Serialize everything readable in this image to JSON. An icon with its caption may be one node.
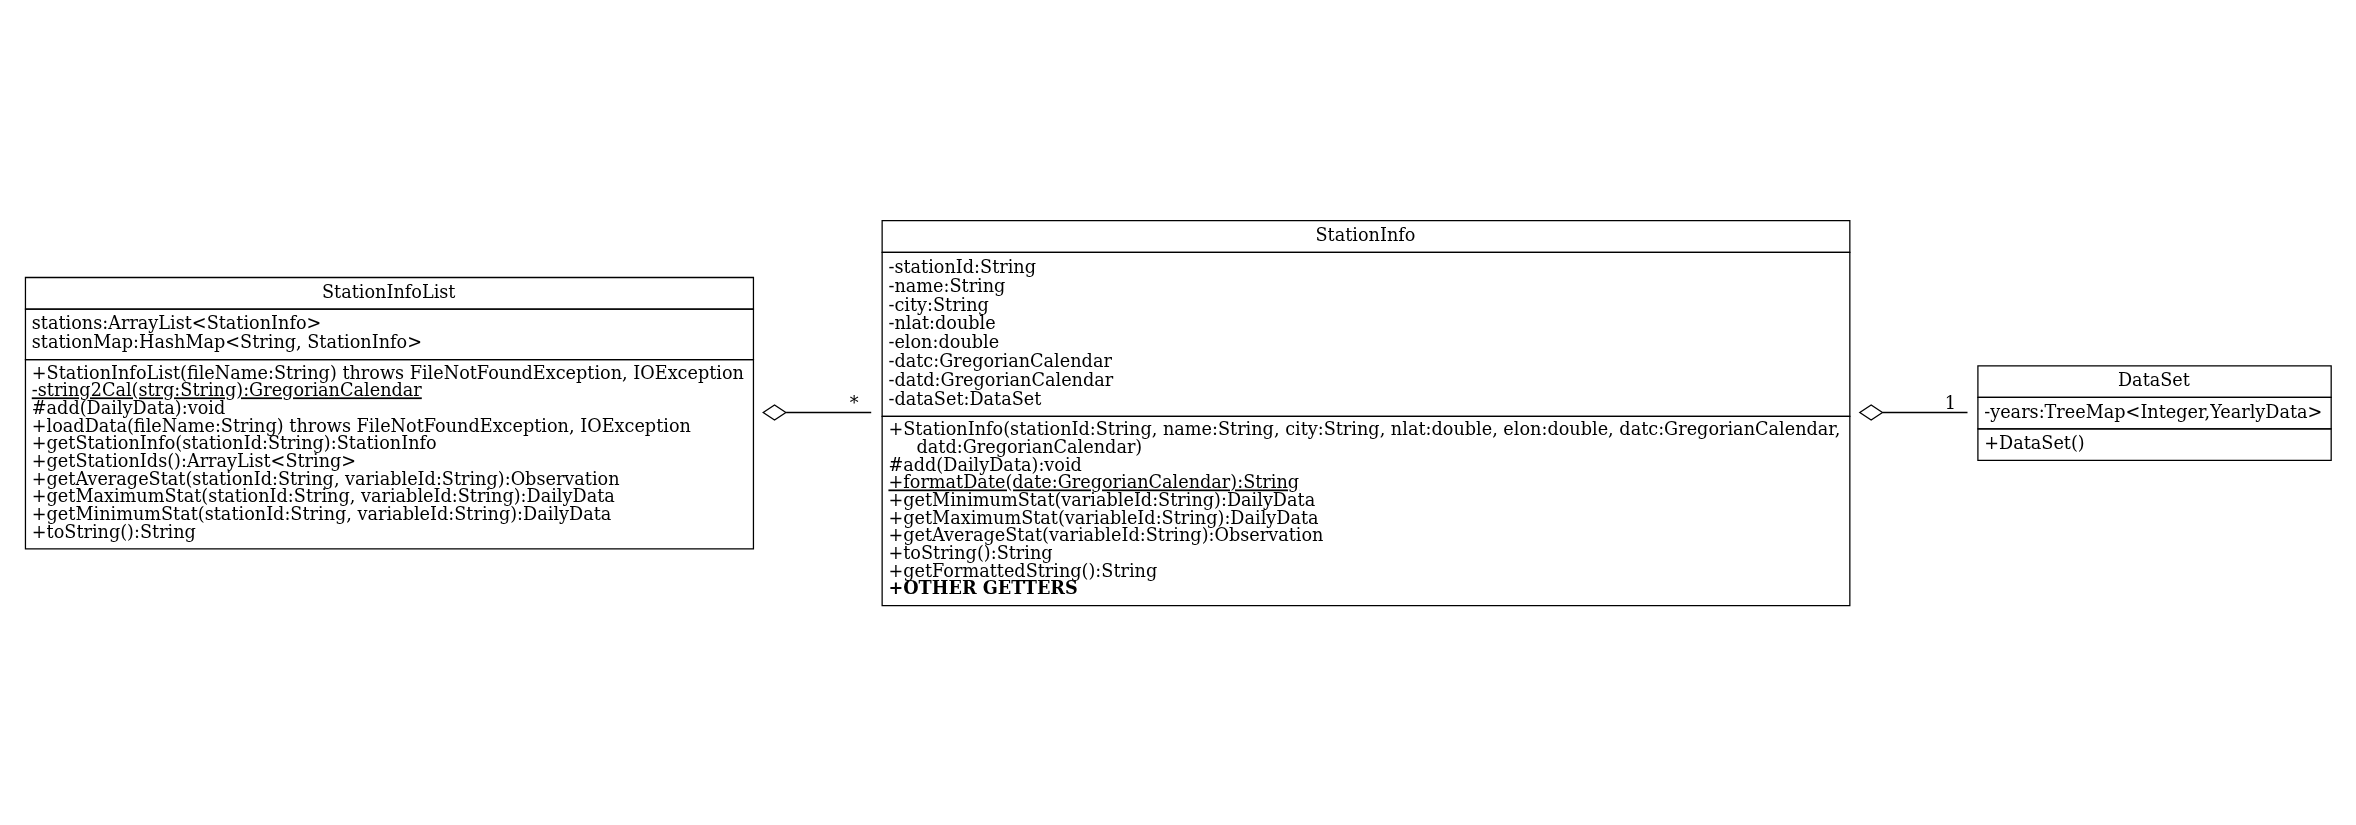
{
  "diagram": {
    "nodes": [
      {
        "text": [
          "StationInfo",
          "-stationId:String",
          "-name:String",
          "-city:String",
          "-nlat:double",
          "-elon:double",
          "-datc:GregorianCalendar",
          "-datd:GregorianCalendar",
          "-dataSet:DataSet",
          "+StationInfo(stationId:String, name:String, city:String, nlat:double, elon:double, datc:GregorianCalendar, datd:GregorianCalendar)",
          "#add(DailyData):void",
          "+formatDate(date:GregorianCalendar):String",
          "+getMinimumStat(variableId:String):DailyData",
          "+getMaximumStat(variableId:String):DailyData",
          "+getAverageStat(variableId:String):Observation",
          "+toString():String",
          "+getFormattedString():String",
          "+OTHER GETTERS"
        ]
      },
      {
        "text": [
          "DataSet",
          "-years:TreeMap<Integer,YearlyData>",
          "+DataSet()"
        ]
      },
      {
        "text": [
          "StationInfoList",
          "stations:ArrayList<StationInfo>",
          "stationMap:HashMap<String, StationInfo>",
          "+StationInfoList(fileName:String) throws FileNotFoundException, IOException",
          "-string2Cal(strg:String):GregorianCalendar",
          "#add(DailyData):void",
          "+loadData(fileName:String) throws FileNotFoundException, IOException",
          "+getStationInfo(stationId:String):StationInfo",
          "+getStationIds():ArrayList<String>",
          "+getAverageStat(stationId:String, variableId:String):Observation",
          "+getMaximumStat(stationId:String, variableId:String):DailyData",
          "+getMinimumStat(stationId:String, variableId:String):DailyData",
          "+toString():String"
        ]
      }
    ],
    "edges": [
      {
        "from": 0,
        "to": 1,
        "arrow": "other",
        "label": "1"
      },
      {
        "from": 2,
        "to": 0,
        "arrow": "other",
        "label": "*"
      }
    ]
  }
}
